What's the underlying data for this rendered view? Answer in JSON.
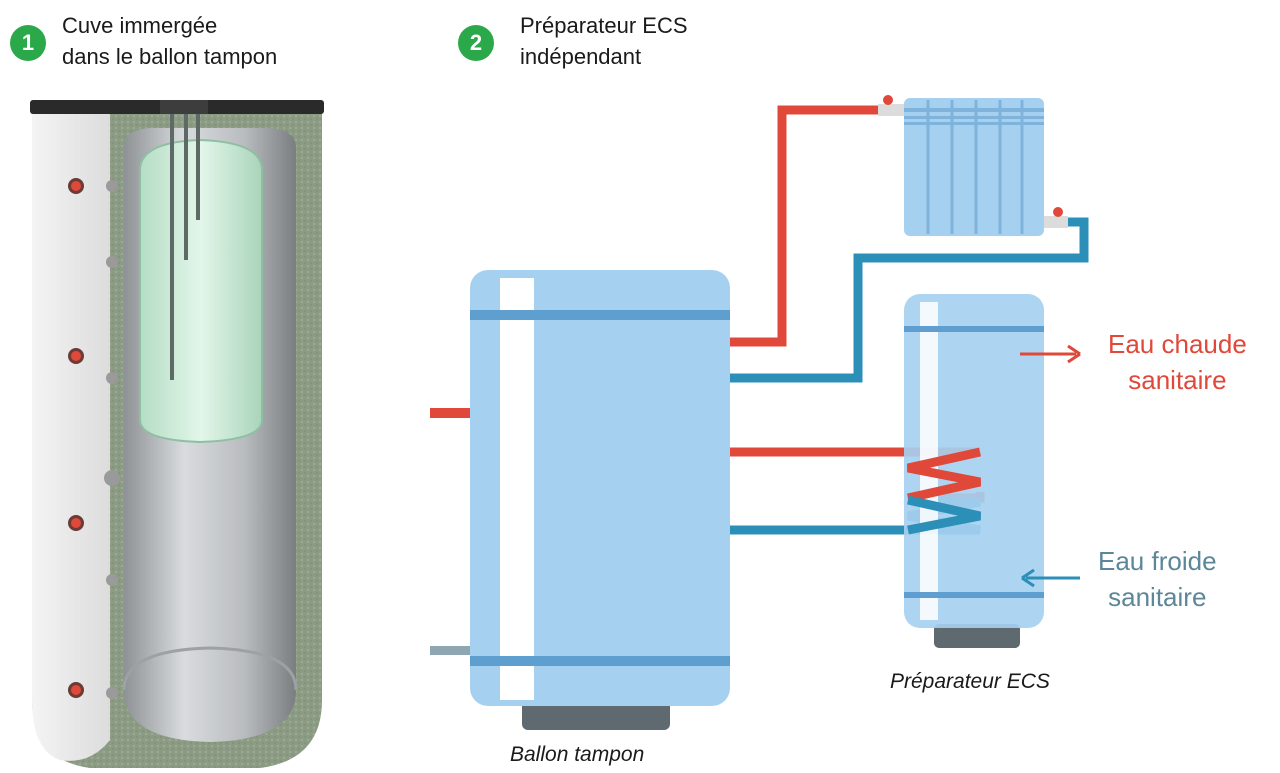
{
  "option1": {
    "number": "1",
    "title": "Cuve immergée\ndans le ballon tampon"
  },
  "option2": {
    "number": "2",
    "title": "Préparateur ECS\nindépendant"
  },
  "diagram": {
    "buffer_tank_caption": "Ballon tampon",
    "dhw_heater_caption": "Préparateur ECS",
    "hot_water_label": "Eau chaude\nsanitaire",
    "cold_water_label": "Eau froide\nsanitaire"
  },
  "colors": {
    "badge": "#2aa84a",
    "hot_pipe": "#e0483a",
    "cold_pipe": "#2c8fb8",
    "tank_fill": "#a6d0f0",
    "tank_band": "#5f9fd0",
    "insulation": "#8a9a82",
    "inner_tank": "#cfeedd"
  },
  "icons": [
    "radiator-icon",
    "arrow-right-icon",
    "arrow-left-icon",
    "valve-icon"
  ]
}
